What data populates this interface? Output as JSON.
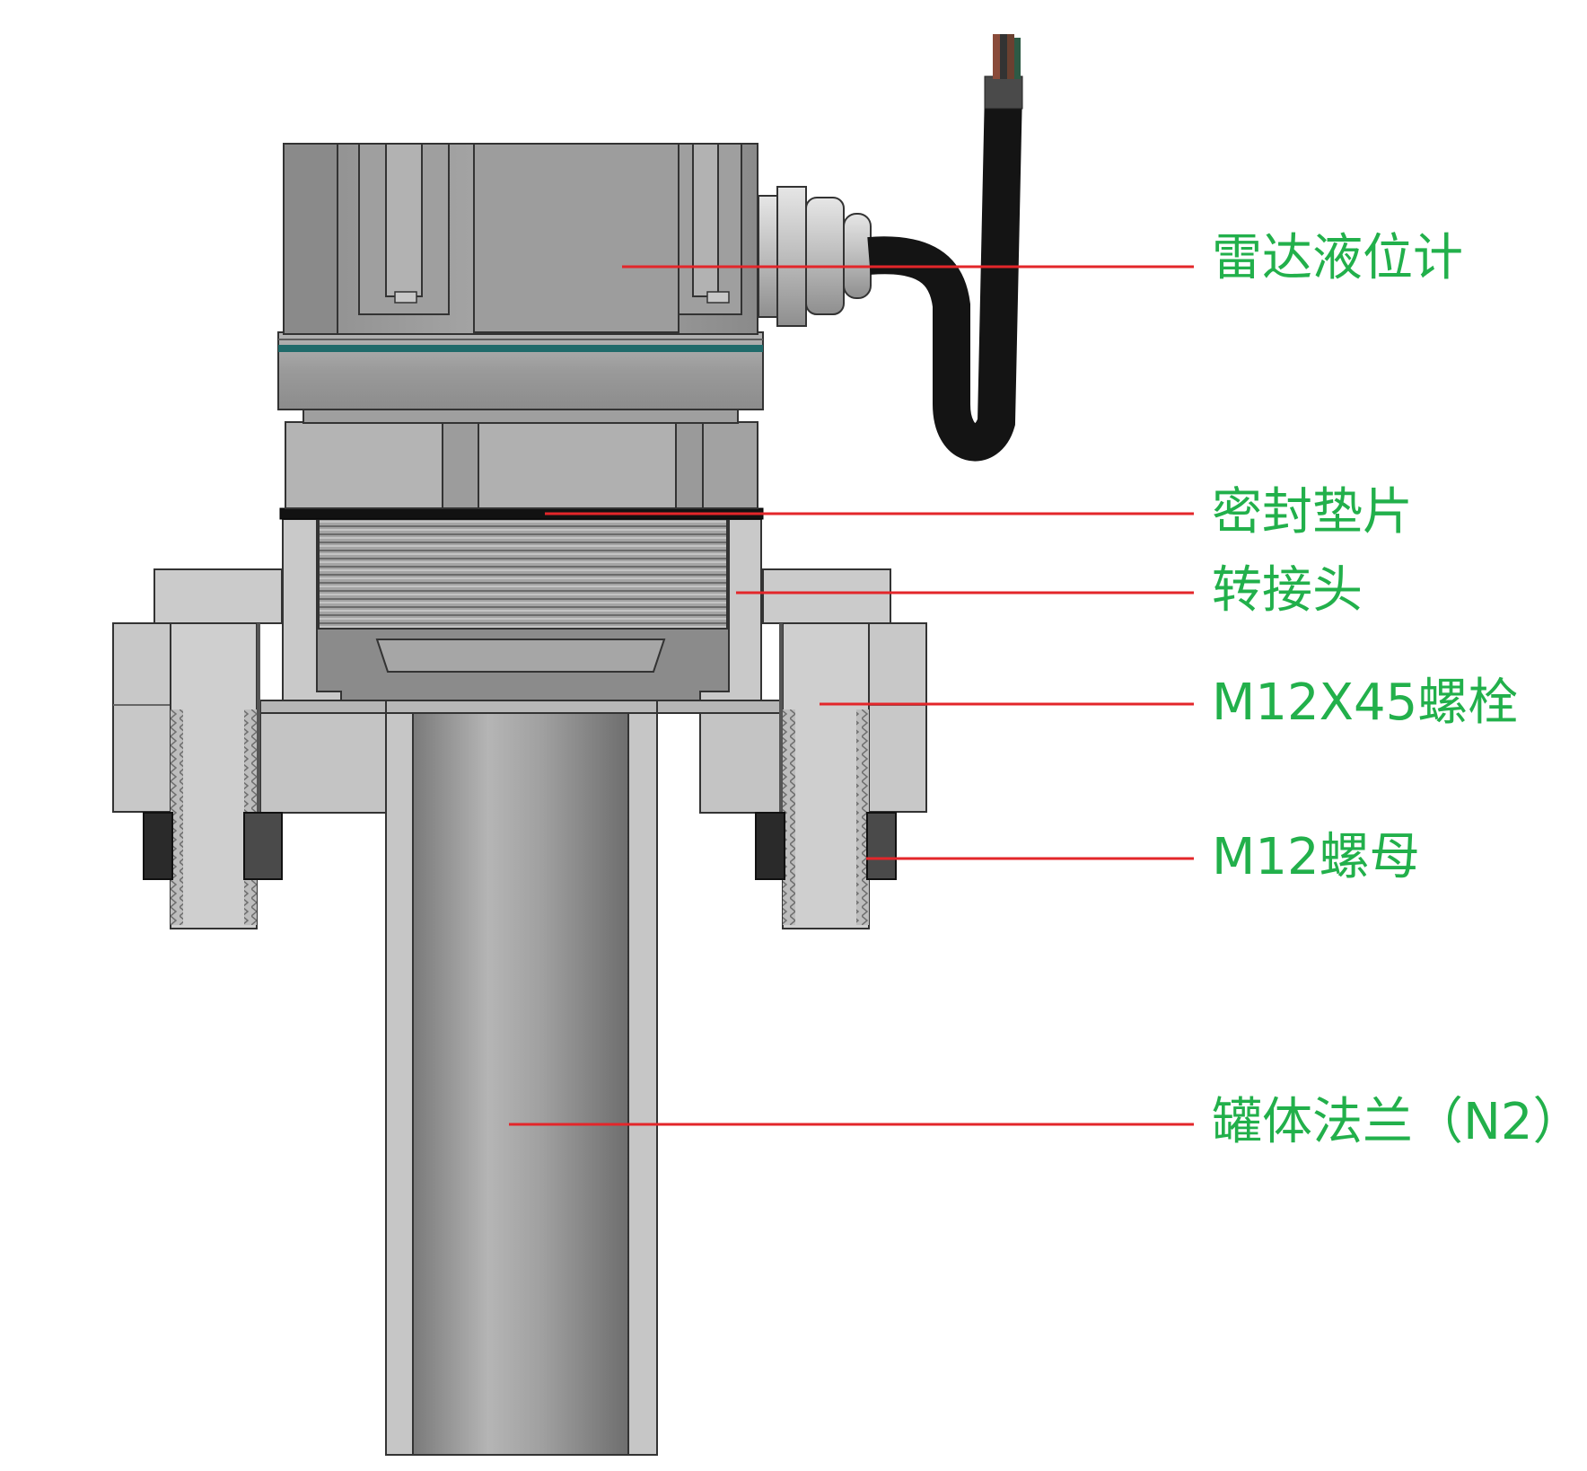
{
  "colors": {
    "label_text": "#22b04b",
    "leader_line": "#e3262a",
    "metal_light": "#c8c8c8",
    "metal_mid": "#9c9c9c",
    "metal_dark": "#5a5a5a",
    "cable": "#141414",
    "gasket": "#111111",
    "seal_ring": "#1f6a6a"
  },
  "labels": [
    {
      "id": "radar",
      "text": "雷达液位计"
    },
    {
      "id": "gasket",
      "text": "密封垫片"
    },
    {
      "id": "adapter",
      "text": "转接头"
    },
    {
      "id": "bolt",
      "text": "M12X45螺栓"
    },
    {
      "id": "nut",
      "text": "M12螺母"
    },
    {
      "id": "flange",
      "text": "罐体法兰（N2）"
    }
  ]
}
